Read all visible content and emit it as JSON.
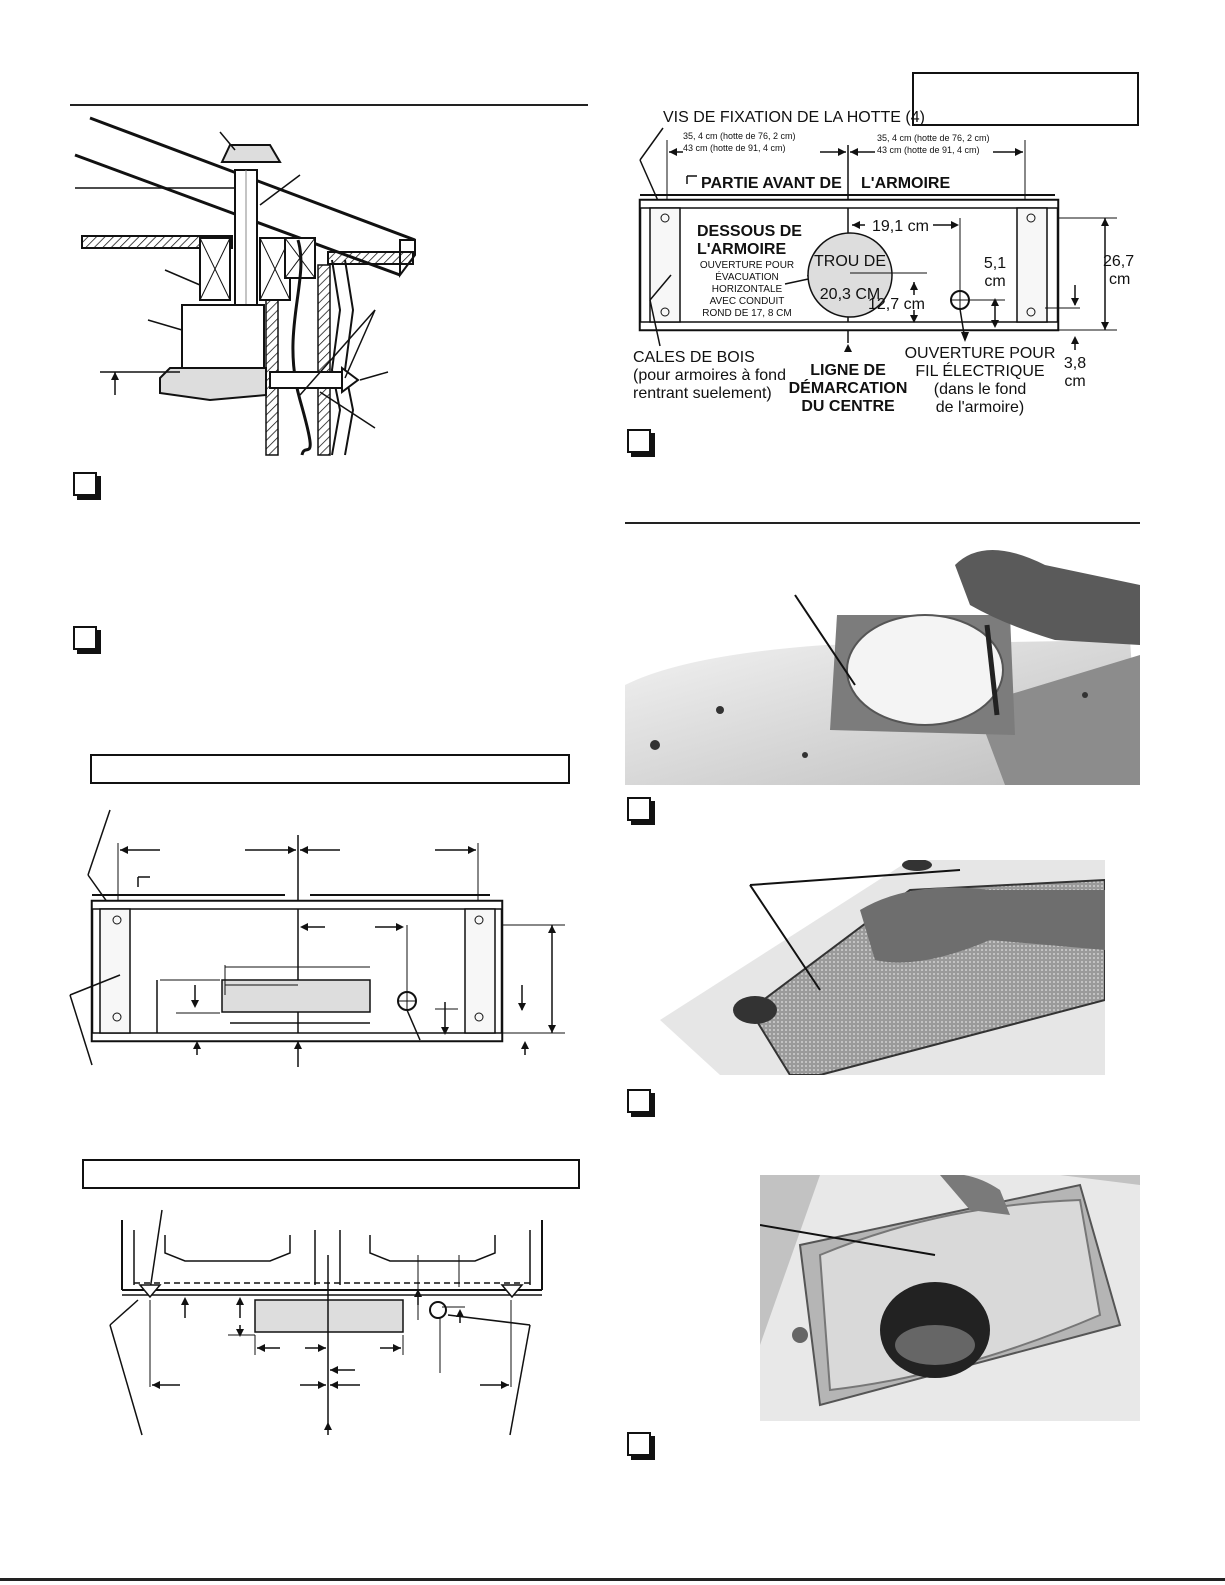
{
  "diagram_top_right": {
    "title": "VIS DE FIXATION DE LA HOTTE (4)",
    "dim_left_line1": "35, 4 cm (hotte de 76, 2 cm)",
    "dim_left_line2": "43 cm (hotte de 91, 4 cm)",
    "dim_right_line1": "35, 4 cm (hotte de 76, 2 cm)",
    "dim_right_line2": "43 cm (hotte de 91, 4 cm)",
    "front_label_a": "PARTIE AVANT DE",
    "front_label_b": "L'ARMOIRE",
    "underside_line1": "DESSOUS DE",
    "underside_line2": "L'ARMOIRE",
    "opening_line1": "OUVERTURE POUR",
    "opening_line2": "ÉVACUATION",
    "opening_line3": "HORIZONTALE",
    "opening_line4": "AVEC CONDUIT",
    "opening_line5": "ROND DE 17, 8 CM",
    "hole_line1": "TROU DE",
    "hole_line2": "20,3 CM",
    "dim_19": "19,1 cm",
    "dim_5_line1": "5,1",
    "dim_5_line2": "cm",
    "dim_26_line1": "26,7",
    "dim_26_line2": "cm",
    "dim_12": "12,7 cm",
    "shims_line1": "CALES DE BOIS",
    "shims_line2": "(pour armoires à fond",
    "shims_line3": "rentrant suelement)",
    "center_line1": "LIGNE DE",
    "center_line2": "DÉMARCATION",
    "center_line3": "DU CENTRE",
    "wire_line1": "OUVERTURE POUR",
    "wire_line2": "FIL ÉLECTRIQUE",
    "wire_line3": "(dans le fond",
    "wire_line4": "de l'armoire)",
    "dim_3_line1": "3,8",
    "dim_3_line2": "cm"
  }
}
